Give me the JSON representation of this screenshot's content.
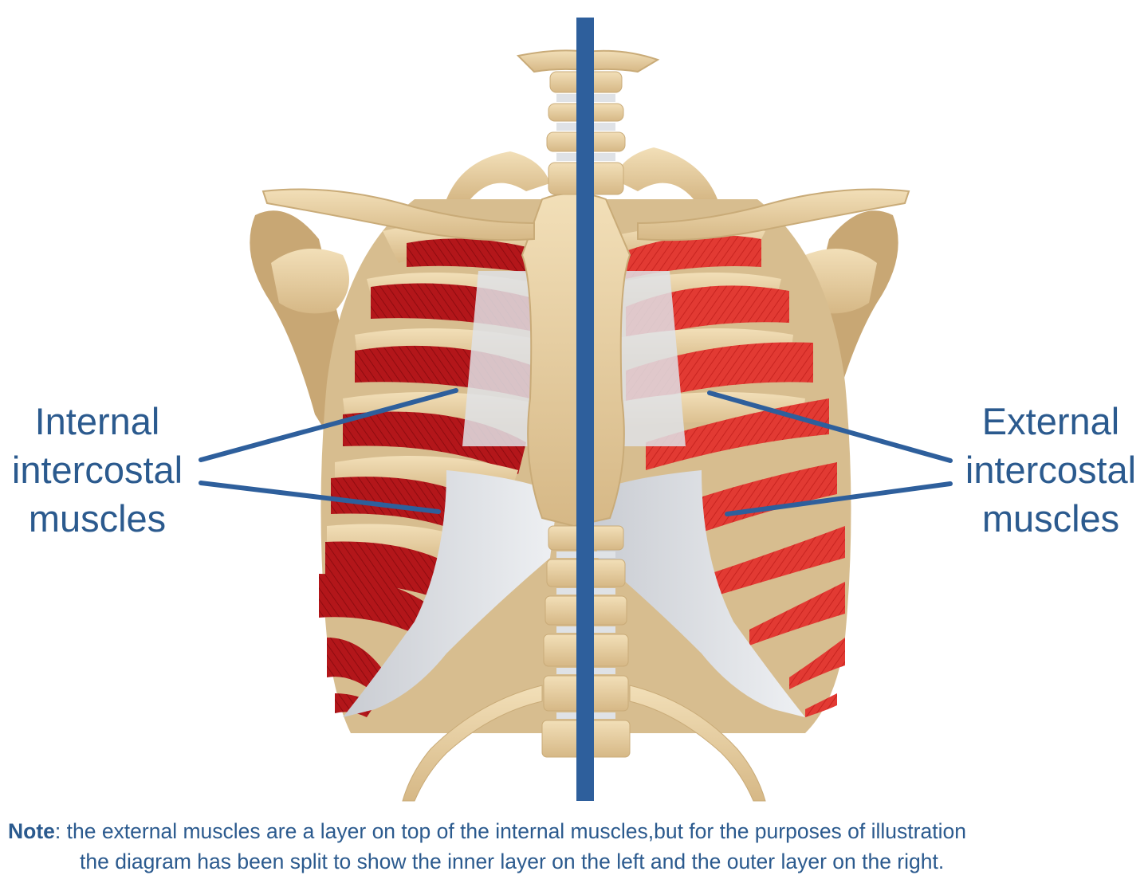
{
  "labels": {
    "internal": {
      "line1": "Internal",
      "line2": "intercostal",
      "line3": "muscles"
    },
    "external": {
      "line1": "External",
      "line2": "intercostal",
      "line3": "muscles"
    }
  },
  "note": {
    "bold": "Note",
    "line1": ": the external muscles are a layer on top of the internal muscles,but for the purposes of illustration",
    "line2": "the diagram has been split to show the inner layer on the left and the outer layer on the right."
  },
  "colors": {
    "label_blue": "#2b5a8e",
    "divider_blue": "#2e5f9c",
    "bone": "#e9d2a6",
    "bone_shadow": "#c9ab78",
    "cartilage": "#dfe2e6",
    "internal_muscle": "#b3161a",
    "external_muscle": "#e23a33"
  },
  "icons": {
    "illustration": "rib-cage-illustration"
  }
}
